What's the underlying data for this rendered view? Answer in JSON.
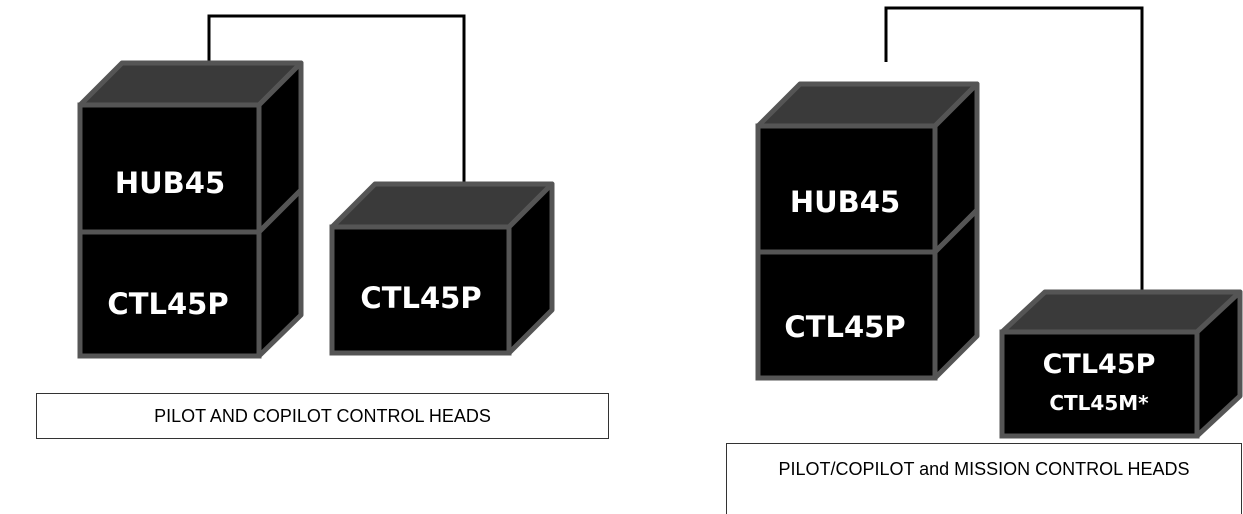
{
  "left_config": {
    "caption": "PILOT AND COPILOT CONTROL HEADS",
    "stack_top_label": "HUB45",
    "stack_bottom_label": "CTL45P",
    "remote_label": "CTL45P"
  },
  "right_config": {
    "caption": "PILOT/COPILOT and MISSION CONTROL HEADS",
    "stack_top_label": "HUB45",
    "stack_bottom_label": "CTL45P",
    "remote_label_line1": "CTL45P",
    "remote_label_line2": "CTL45M*"
  },
  "colors": {
    "box_face": "#000000",
    "box_top": "#3a3a3a",
    "box_edge": "#555555",
    "wire": "#000000"
  }
}
